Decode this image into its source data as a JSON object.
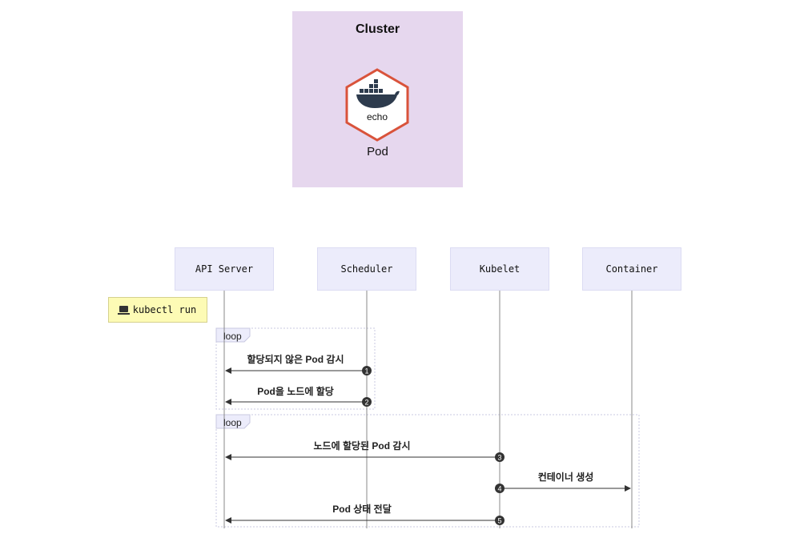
{
  "cluster": {
    "title": "Cluster",
    "container_name": "echo",
    "pod_label": "Pod",
    "hex_color": "#d9533b",
    "bg_color": "#e6d7ee"
  },
  "participants": [
    {
      "name": "API Server"
    },
    {
      "name": "Scheduler"
    },
    {
      "name": "Kubelet"
    },
    {
      "name": "Container"
    }
  ],
  "note": {
    "icon": "laptop-icon",
    "text": "kubectl run"
  },
  "loops": [
    {
      "label": "loop"
    },
    {
      "label": "loop"
    }
  ],
  "messages": [
    {
      "num": "1",
      "label": "할당되지 않은 Pod 감시"
    },
    {
      "num": "2",
      "label": "Pod을 노드에 할당"
    },
    {
      "num": "3",
      "label": "노드에 할당된 Pod 감시"
    },
    {
      "num": "4",
      "label": "컨테이너 생성"
    },
    {
      "num": "5",
      "label": "Pod 상태 전달"
    }
  ]
}
